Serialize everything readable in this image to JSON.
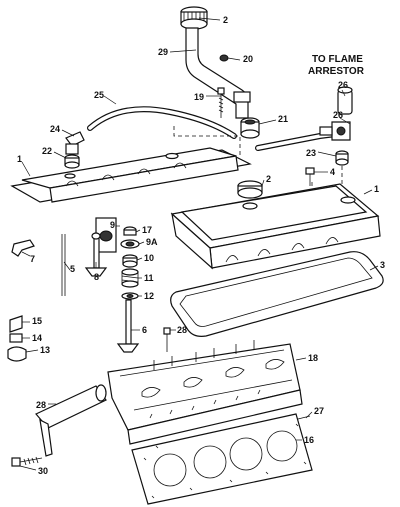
{
  "heading": {
    "line1": "TO FLAME",
    "line2": "ARRESTOR"
  },
  "callouts": [
    {
      "id": "c1",
      "label": "1"
    },
    {
      "id": "c1b",
      "label": "1"
    },
    {
      "id": "c2",
      "label": "2"
    },
    {
      "id": "c2b",
      "label": "2"
    },
    {
      "id": "c3",
      "label": "3"
    },
    {
      "id": "c4",
      "label": "4"
    },
    {
      "id": "c5",
      "label": "5"
    },
    {
      "id": "c6",
      "label": "6"
    },
    {
      "id": "c7",
      "label": "7"
    },
    {
      "id": "c8",
      "label": "8"
    },
    {
      "id": "c9",
      "label": "9"
    },
    {
      "id": "c9a",
      "label": "9A"
    },
    {
      "id": "c10",
      "label": "10"
    },
    {
      "id": "c11",
      "label": "11"
    },
    {
      "id": "c12",
      "label": "12"
    },
    {
      "id": "c13",
      "label": "13"
    },
    {
      "id": "c14",
      "label": "14"
    },
    {
      "id": "c15",
      "label": "15"
    },
    {
      "id": "c16",
      "label": "16"
    },
    {
      "id": "c17",
      "label": "17"
    },
    {
      "id": "c18",
      "label": "18"
    },
    {
      "id": "c19",
      "label": "19"
    },
    {
      "id": "c20",
      "label": "20"
    },
    {
      "id": "c21",
      "label": "21"
    },
    {
      "id": "c22",
      "label": "22"
    },
    {
      "id": "c23",
      "label": "23"
    },
    {
      "id": "c24",
      "label": "24"
    },
    {
      "id": "c25",
      "label": "25"
    },
    {
      "id": "c26",
      "label": "26"
    },
    {
      "id": "c26b",
      "label": "26"
    },
    {
      "id": "c27",
      "label": "27"
    },
    {
      "id": "c28",
      "label": "28"
    },
    {
      "id": "c28b",
      "label": "28"
    },
    {
      "id": "c29",
      "label": "29"
    },
    {
      "id": "c30",
      "label": "30"
    }
  ]
}
